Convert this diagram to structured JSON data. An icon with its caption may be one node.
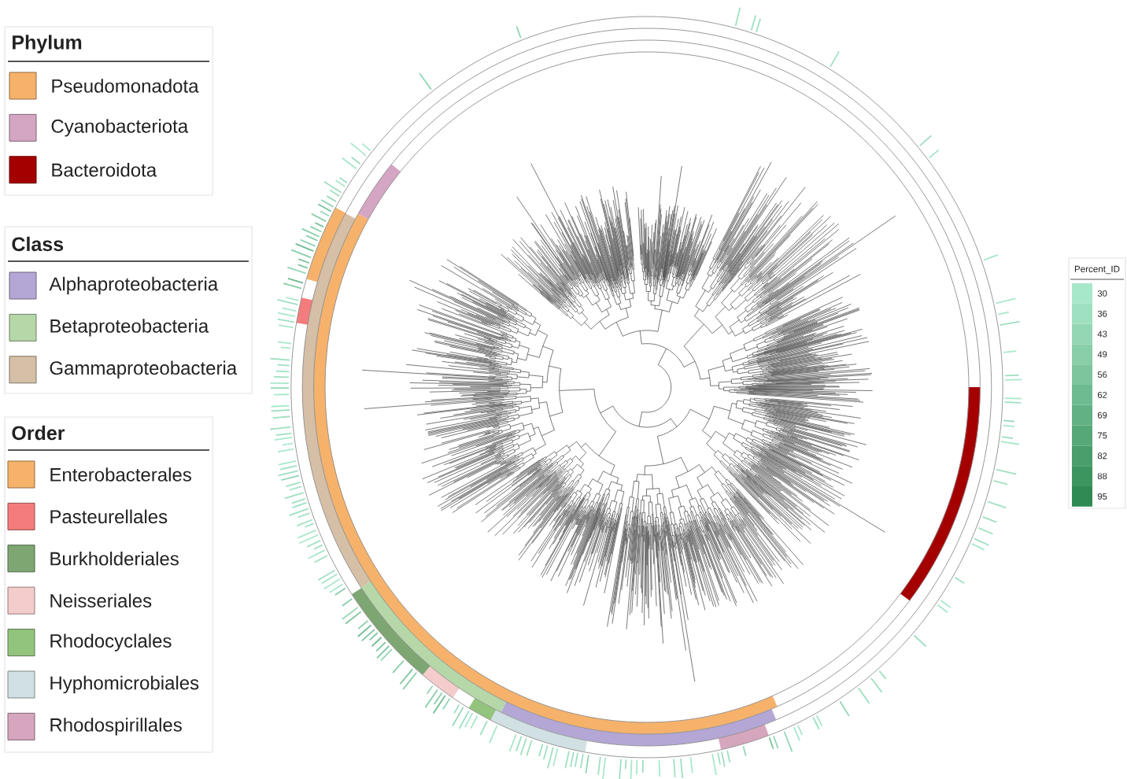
{
  "diagram": {
    "labels": [
      "Phylum",
      "Class",
      "Order",
      "Percent_ID"
    ],
    "legend": [
      {
        "text": "Pseudomonadota",
        "color": "#f6b26b"
      },
      {
        "text": "Cyanobacteriota",
        "color": "#d5a6c4"
      },
      {
        "text": "Bacteroidota",
        "color": "#a50000"
      },
      {
        "text": "Alphaproteobacteria",
        "color": "#b4a7d6"
      },
      {
        "text": "Betaproteobacteria",
        "color": "#b6d7a8"
      },
      {
        "text": "Gammaproteobacteria",
        "color": "#d5bfa6"
      },
      {
        "text": "Enterobacterales",
        "color": "#f6b26b"
      },
      {
        "text": "Pasteurellales",
        "color": "#f47c7c"
      },
      {
        "text": "Burkholderiales",
        "color": "#7ea673"
      },
      {
        "text": "Neisseriales",
        "color": "#f4cccc"
      },
      {
        "text": "Rhodocyclales",
        "color": "#93c47d"
      },
      {
        "text": "Hyphomicrobiales",
        "color": "#d0e0e3"
      },
      {
        "text": "Rhodospirillales",
        "color": "#d5a6bd"
      },
      {
        "text": "30",
        "color": "#a8e8ca"
      },
      {
        "text": "36",
        "color": "#9fe0c0"
      },
      {
        "text": "43",
        "color": "#94d7b5"
      },
      {
        "text": "49",
        "color": "#88cea9"
      },
      {
        "text": "56",
        "color": "#7cc59d"
      },
      {
        "text": "62",
        "color": "#6fbb91"
      },
      {
        "text": "69",
        "color": "#62b184"
      },
      {
        "text": "75",
        "color": "#56a878"
      },
      {
        "text": "82",
        "color": "#499e6b"
      },
      {
        "text": "88",
        "color": "#3c955f"
      },
      {
        "text": "95",
        "color": "#2f8b53"
      }
    ]
  }
}
